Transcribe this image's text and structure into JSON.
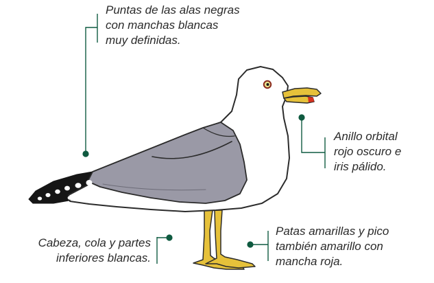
{
  "annotations": {
    "wings": {
      "lines": [
        "Puntas de las alas negras",
        "con manchas blancas",
        "muy definidas."
      ]
    },
    "eye": {
      "lines": [
        "Anillo orbital",
        "rojo oscuro e",
        "iris pálido."
      ]
    },
    "legs": {
      "lines": [
        "Patas amarillas y pico",
        "también amarillo con",
        "mancha roja."
      ]
    },
    "body": {
      "lines": [
        "Cabeza, cola y partes",
        "inferiores blancas."
      ]
    }
  },
  "colors": {
    "leader": "#0f5a40",
    "outline": "#2b2b2b",
    "white_plumage": "#ffffff",
    "grey_wing": "#9a99a6",
    "black_wingtip": "#161616",
    "yellow_bill_legs": "#e6c13a",
    "red_spot": "#d8321f",
    "eye_iris": "#e8df8c"
  },
  "icons": {
    "bird": "gull-illustration"
  }
}
